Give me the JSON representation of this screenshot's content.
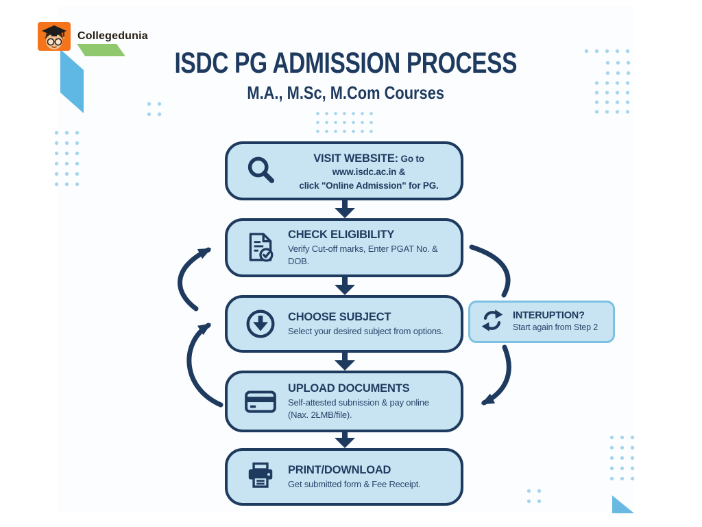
{
  "brand": {
    "name": "Collegedunia",
    "logo_icon": "graduate-mascot-icon"
  },
  "header": {
    "title": "ISDC PG ADMISSION PROCESS",
    "subtitle": "M.A., M.Sc, M.Com Courses"
  },
  "flow": {
    "step1": {
      "icon": "search-icon",
      "title": "VISIT WEBSITE:",
      "line1": "Go to www.isdc.ac.in &",
      "line2": "click \"Online Admission\" for PG."
    },
    "step2": {
      "icon": "document-check-icon",
      "title": "CHECK ELIGIBILITY",
      "line1": "Verify Cut-off marks, Enter PGAT No. & DOB."
    },
    "step3": {
      "icon": "arrow-down-circle-icon",
      "title": "CHOOSE SUBJECT",
      "line1": "Select your desired subject from options."
    },
    "step4": {
      "icon": "credit-card-icon",
      "title": "UPLOAD DOCUMENTS",
      "line1": "Self-attested subnission & pay online",
      "line2": "(Nax. 2ŁMB/file)."
    },
    "step5": {
      "icon": "printer-icon",
      "title": "PRINT/DOWNLOAD",
      "line1": "Get submitted form & Fee Receipt."
    }
  },
  "interruption": {
    "icon": "refresh-icon",
    "title": "INTERUPTION?",
    "line1": "Start again from Step 2"
  },
  "colors": {
    "navy": "#1E3A5E",
    "box_fill": "#C8E4F3",
    "light_border": "#7CC0E2",
    "dot": "#A5D5EC",
    "shape_blue": "#5FB7E4",
    "shape_green": "#8FC86D",
    "logo_orange": "#F4741C"
  }
}
